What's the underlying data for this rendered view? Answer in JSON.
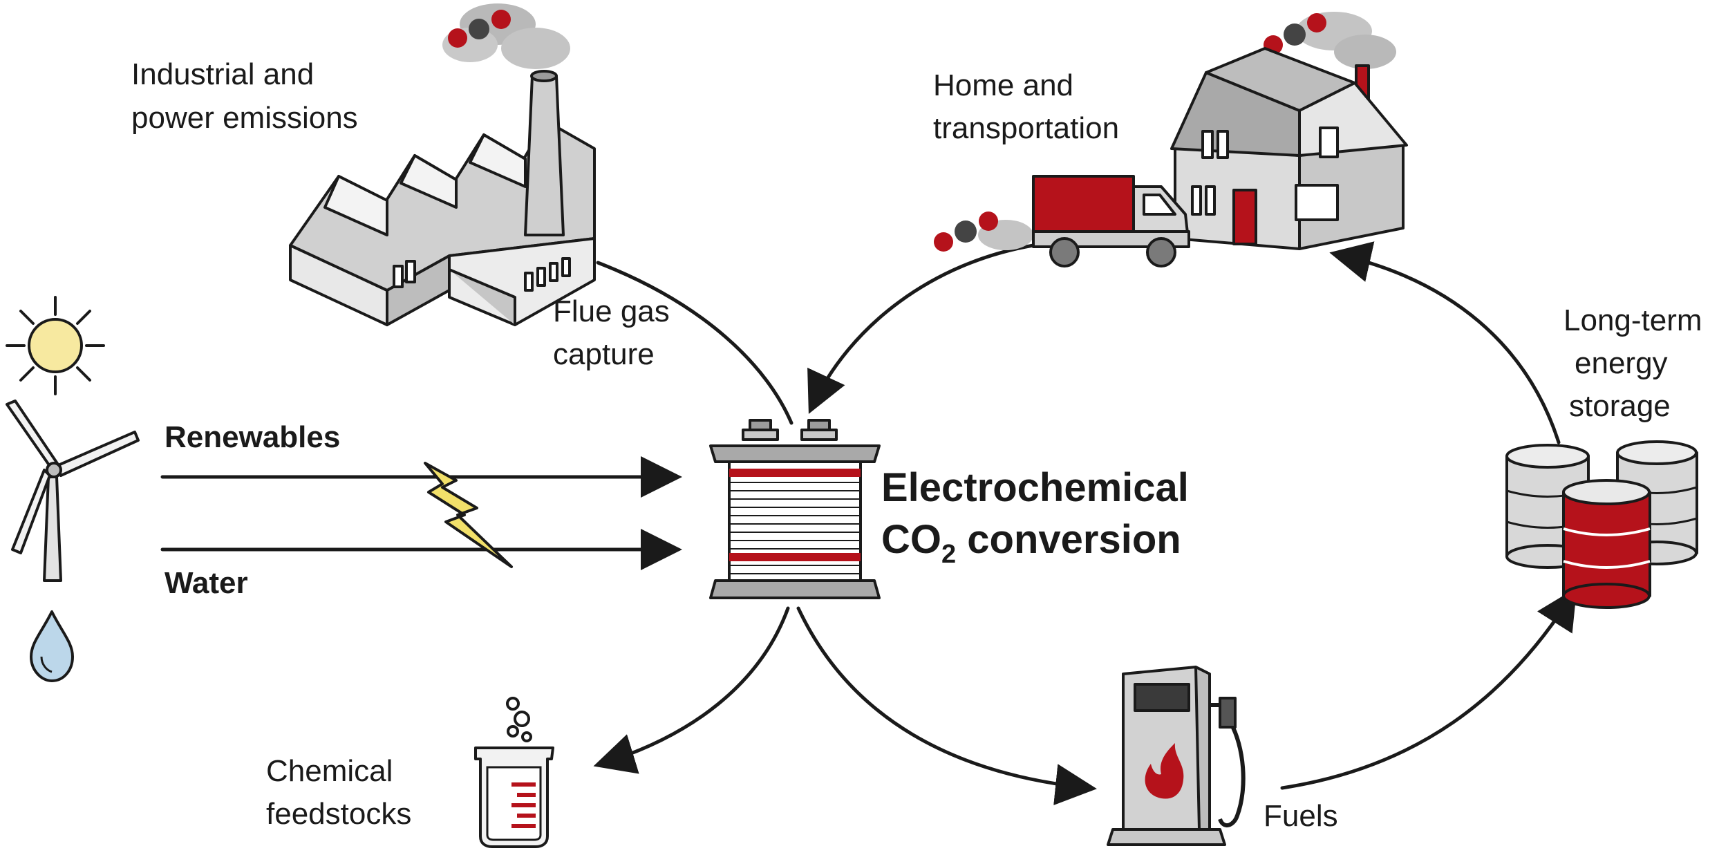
{
  "labels": {
    "industrial_line1": "Industrial and",
    "industrial_line2": "power emissions",
    "home_line1": "Home and",
    "home_line2": "transportation",
    "flue_line1": "Flue gas",
    "flue_line2": "capture",
    "storage_line1": "Long-term",
    "storage_line2": "energy",
    "storage_line3": "storage",
    "renewables": "Renewables",
    "water": "Water",
    "center_line1": "Electrochemical",
    "center_co": "CO",
    "center_sub": "2",
    "center_rest": " conversion",
    "chemical_line1": "Chemical",
    "chemical_line2": "feedstocks",
    "fuels": "Fuels"
  },
  "colors": {
    "accent_red": "#b5121b",
    "building_gray": "#d6d6d6",
    "dark_gray": "#555555",
    "smoke_gray": "#b9b9b9",
    "sun_yellow": "#f7e9a0",
    "water_blue": "#bcd7ea",
    "ink": "#1a1a1a"
  },
  "icons": [
    "factory-icon",
    "house-icon",
    "truck-icon",
    "sun-icon",
    "wind-turbine-icon",
    "water-drop-icon",
    "lightning-icon",
    "electrolyzer-icon",
    "beaker-icon",
    "fuel-pump-icon",
    "storage-barrels-icon",
    "co2-molecule-icon"
  ]
}
